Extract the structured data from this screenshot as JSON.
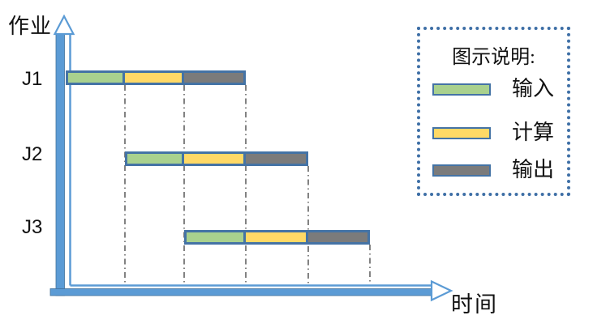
{
  "colors": {
    "axis_blue": "#5b9bd5",
    "axis_edge": "#41719c",
    "bar_border": "#4473a5",
    "input_green": "#a9d18e",
    "compute_yellow": "#ffd966",
    "output_gray": "#7b7b7b",
    "legend_border": "#3e6fa6",
    "guide_line": "#3f3f3f",
    "text": "#111111"
  },
  "axes": {
    "y_label": "作业",
    "x_label": "时间"
  },
  "legend": {
    "title": "图示说明:",
    "items": [
      {
        "label": "输入",
        "color": "#a9d18e"
      },
      {
        "label": "计算",
        "color": "#ffd966"
      },
      {
        "label": "输出",
        "color": "#7b7b7b"
      }
    ]
  },
  "chart_data": {
    "type": "gantt",
    "xlabel": "时间",
    "ylabel": "作业",
    "legend_position": "top-right",
    "time_axis": {
      "units": [
        0,
        1,
        2,
        3,
        4,
        5
      ],
      "tick_labels_visible": false
    },
    "phases": [
      "输入",
      "计算",
      "输出"
    ],
    "jobs": [
      {
        "label": "J1",
        "phases": [
          {
            "name": "输入",
            "start": 0,
            "end": 1
          },
          {
            "name": "计算",
            "start": 1,
            "end": 2
          },
          {
            "name": "输出",
            "start": 2,
            "end": 3
          }
        ]
      },
      {
        "label": "J2",
        "phases": [
          {
            "name": "输入",
            "start": 1,
            "end": 2
          },
          {
            "name": "计算",
            "start": 2,
            "end": 3
          },
          {
            "name": "输出",
            "start": 3,
            "end": 4
          }
        ]
      },
      {
        "label": "J3",
        "phases": [
          {
            "name": "输入",
            "start": 2,
            "end": 3
          },
          {
            "name": "计算",
            "start": 3,
            "end": 4
          },
          {
            "name": "输出",
            "start": 4,
            "end": 5
          }
        ]
      }
    ],
    "guide_lines_at_units": [
      1,
      2,
      3,
      4,
      5
    ]
  }
}
